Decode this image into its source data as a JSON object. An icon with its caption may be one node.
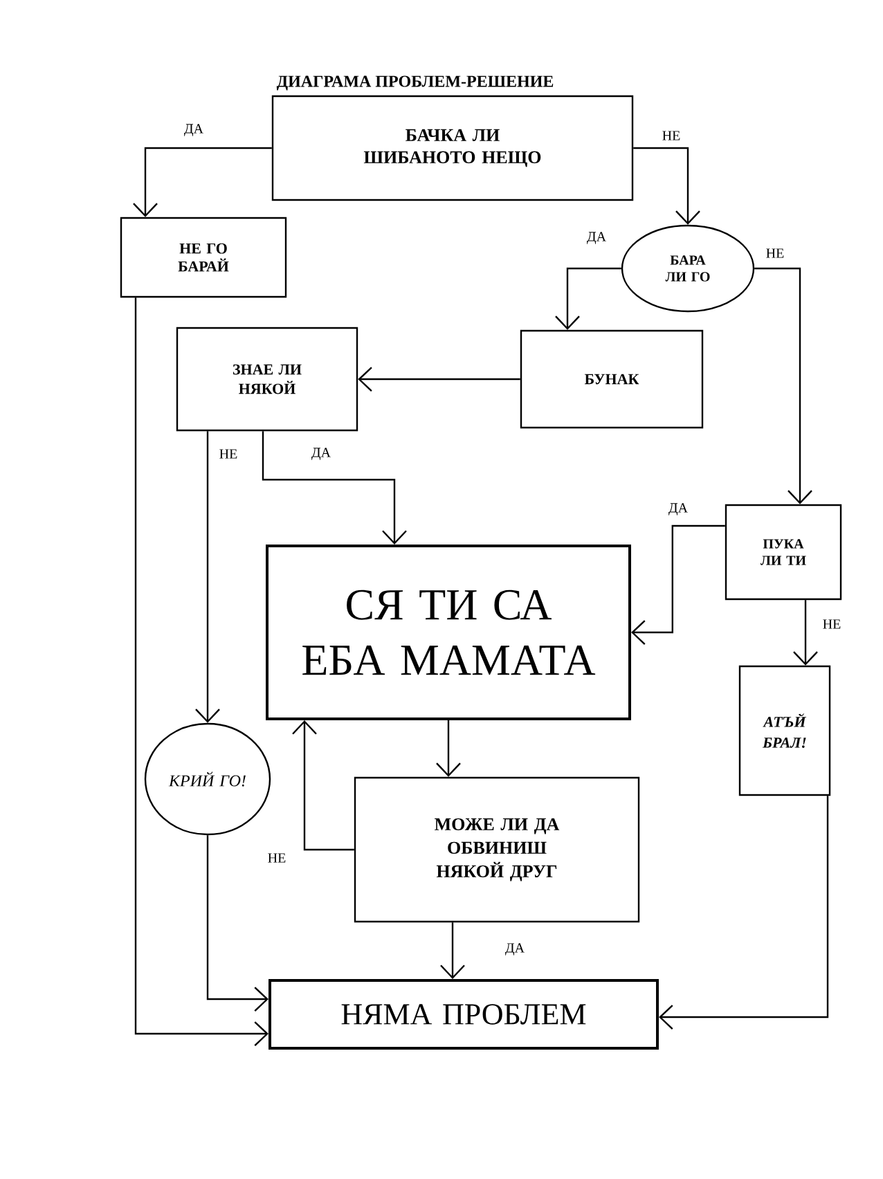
{
  "diagram": {
    "title": "ДИАГРАМА ПРОБЛЕМ-РЕШЕНИЕ",
    "nodes": [
      {
        "text": [
          "БАЧКА ЛИ ШИБАНОТО НЕЩО"
        ]
      },
      {
        "text": [
          "НЕ ГО БАРАЙ"
        ]
      },
      {
        "text": [
          "БАРА ЛИ ГО"
        ]
      },
      {
        "text": [
          "ЗНАЕ ЛИ НЯКОЙ"
        ]
      },
      {
        "text": [
          "БУНАК"
        ]
      },
      {
        "text": [
          "ПУКА ЛИ ТИ"
        ]
      },
      {
        "text": [
          "СЯ ТИ СА ЕБА МАМАТА"
        ]
      },
      {
        "text": [
          "АТЪЙ БРАЛ!"
        ]
      },
      {
        "text": [
          "КРИЙ ГО!"
        ]
      },
      {
        "text": [
          "МОЖЕ ЛИ ДА ОБВИНИШ НЯКОЙ ДРУГ"
        ]
      },
      {
        "text": [
          "НЯМА ПРОБЛЕМ"
        ]
      }
    ],
    "edges": [
      {
        "from": 0,
        "to": 1,
        "arrow": "to",
        "label": "ДА"
      },
      {
        "from": 0,
        "to": 2,
        "arrow": "to",
        "label": "НЕ"
      },
      {
        "from": 2,
        "to": 4,
        "arrow": "to",
        "label": "ДА"
      },
      {
        "from": 2,
        "to": 5,
        "arrow": "to",
        "label": "НЕ"
      },
      {
        "from": 4,
        "to": 3,
        "arrow": "to"
      },
      {
        "from": 3,
        "to": 6,
        "arrow": "to",
        "label": "ДА"
      },
      {
        "from": 3,
        "to": 8,
        "arrow": "to",
        "label": "НЕ"
      },
      {
        "from": 5,
        "to": 6,
        "arrow": "to",
        "label": "ДА"
      },
      {
        "from": 5,
        "to": 7,
        "arrow": "to",
        "label": "НЕ"
      },
      {
        "from": 6,
        "to": 9,
        "arrow": "to"
      },
      {
        "from": 9,
        "to": 6,
        "arrow": "to",
        "label": "НЕ"
      },
      {
        "from": 9,
        "to": 10,
        "arrow": "to",
        "label": "ДА"
      },
      {
        "from": 1,
        "to": 10,
        "arrow": "to"
      },
      {
        "from": 8,
        "to": 10,
        "arrow": "to"
      },
      {
        "from": 7,
        "to": 10,
        "arrow": "to"
      }
    ]
  }
}
